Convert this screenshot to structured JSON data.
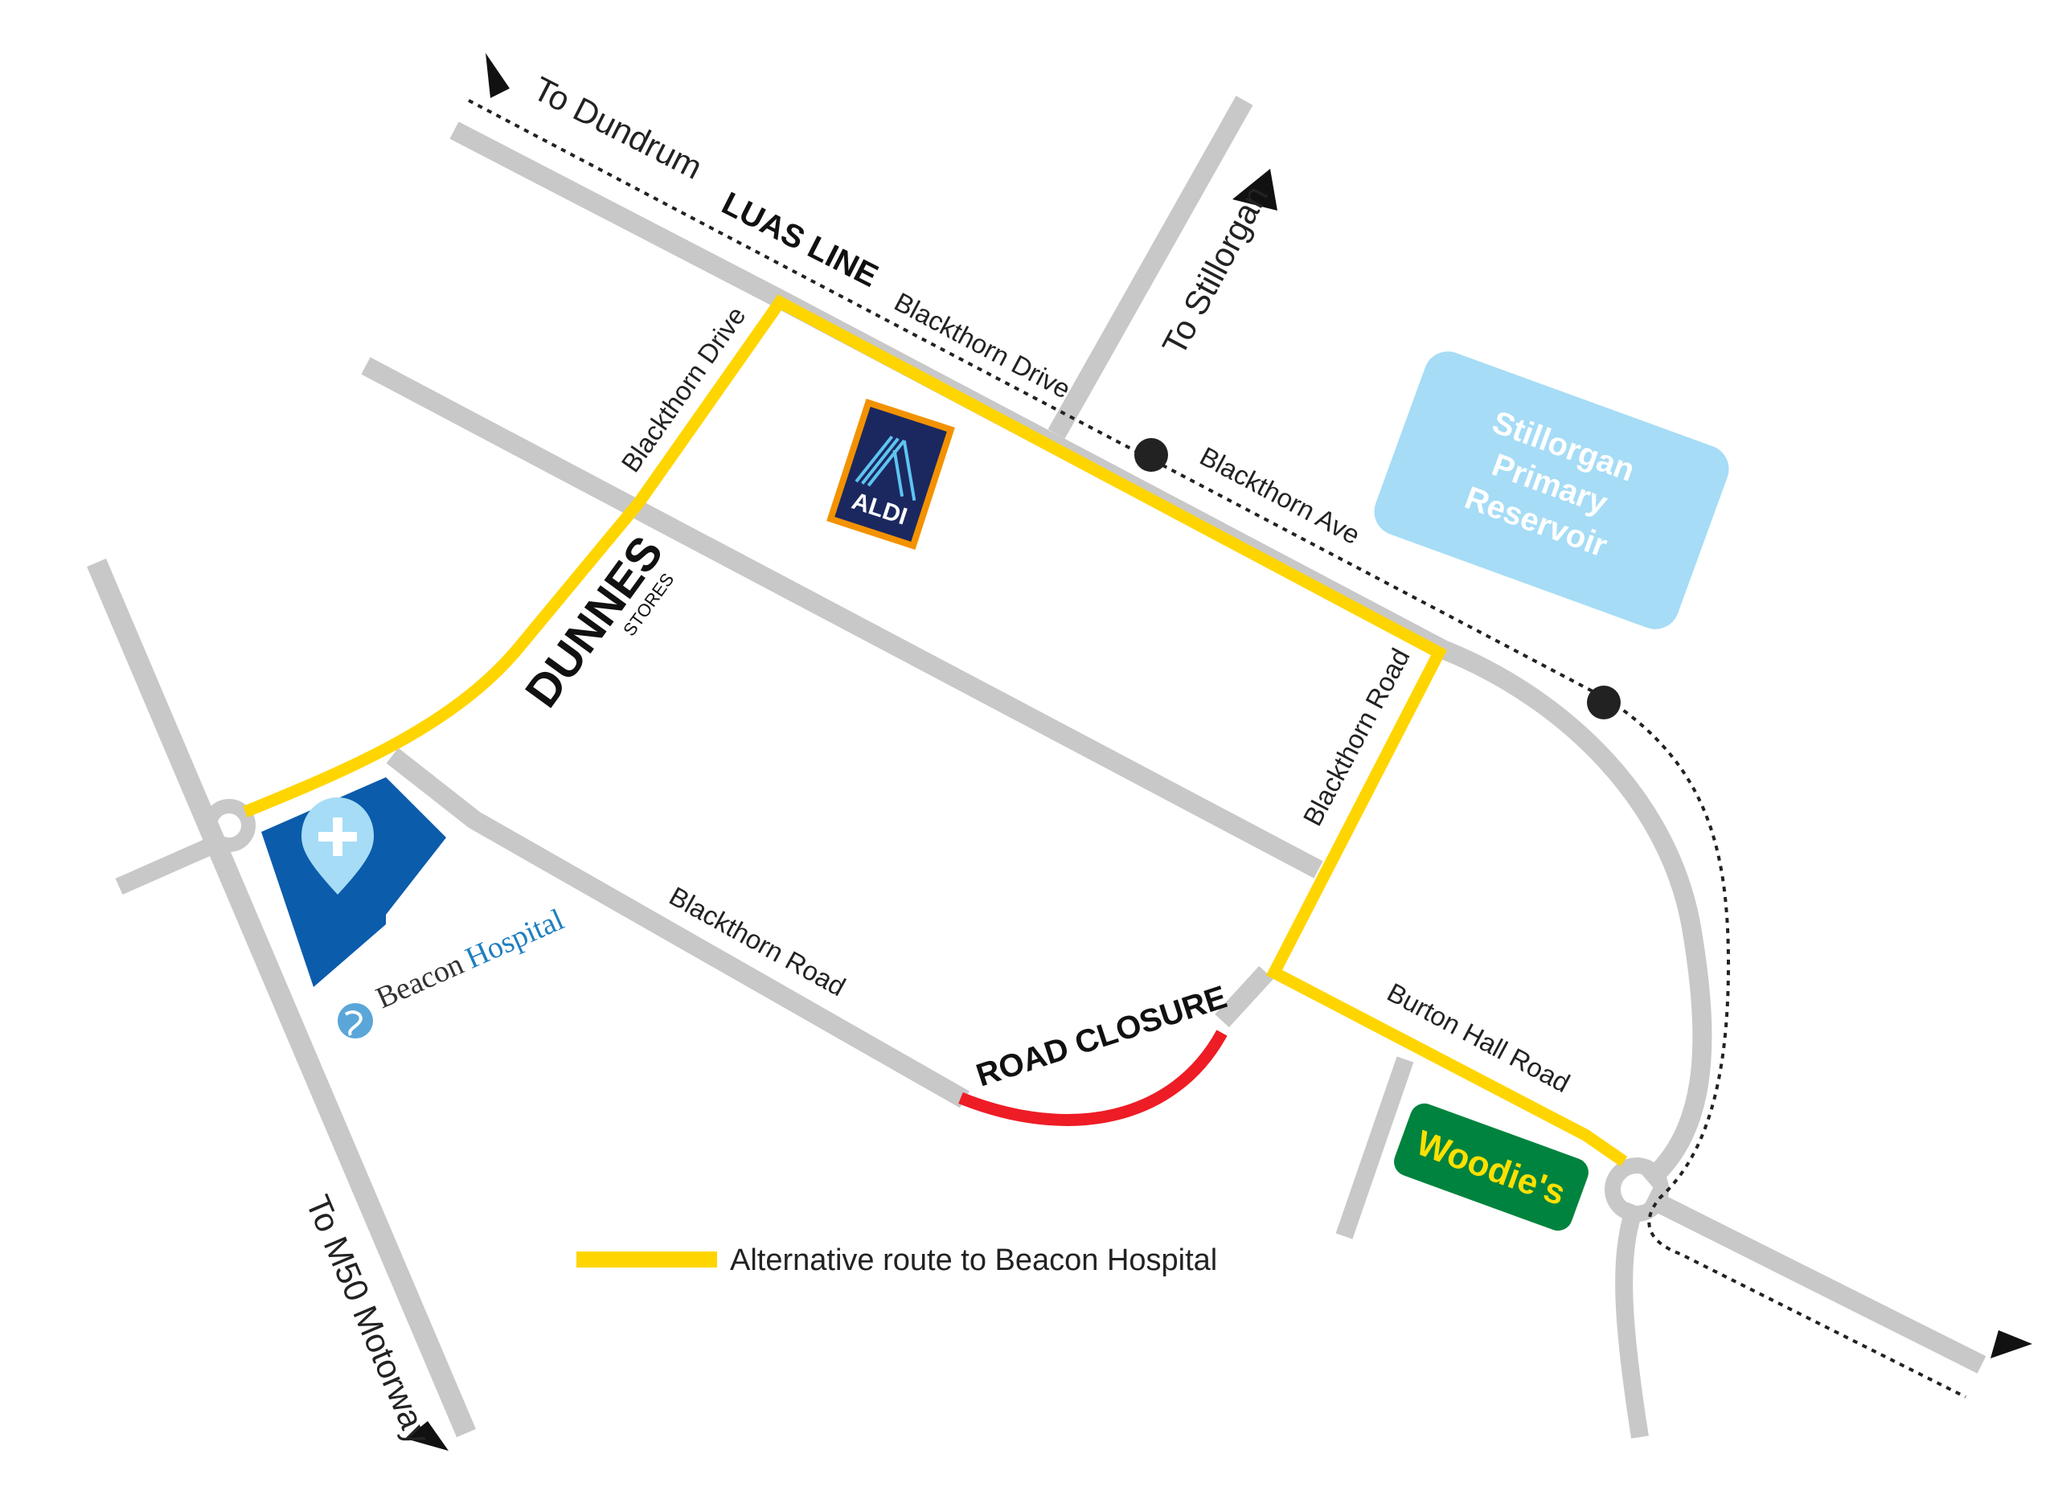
{
  "colors": {
    "road": "#c8c8c8",
    "route": "#ffd500",
    "closure": "#ee1c25",
    "luas": "#222222",
    "reservoir": "#a6dcf6",
    "hospital": "#0b5cab",
    "aldi_blue": "#1b2860",
    "aldi_orange": "#f39200",
    "woodies_green": "#00833e",
    "woodies_yellow": "#ffe000"
  },
  "directions": {
    "dundrum": "To Dundrum",
    "stillorgan": "To Stillorgan",
    "m50": "To M50 Motorway"
  },
  "luas": {
    "label": "LUAS LINE"
  },
  "roads": {
    "blackthorn_drive_top": "Blackthorn Drive",
    "blackthorn_drive_left": "Blackthorn Drive",
    "blackthorn_ave": "Blackthorn Ave",
    "blackthorn_road_right": "Blackthorn Road",
    "blackthorn_road_bottom": "Blackthorn Road",
    "burton_hall_road": "Burton Hall Road"
  },
  "closure": {
    "label": "ROAD CLOSURE"
  },
  "reservoir": {
    "line1": "Stillorgan",
    "line2": "Primary",
    "line3": "Reservoir"
  },
  "stores": {
    "dunnes": "DUNNES",
    "dunnes_sub": "STORES",
    "aldi": "ALDI",
    "woodies": "Woodie's"
  },
  "hospital": {
    "name_part1": "Beacon",
    "name_part2": "Hospital",
    "pin_icon": "medical-cross-pin-icon"
  },
  "legend": {
    "label": "Alternative route to Beacon Hospital"
  }
}
